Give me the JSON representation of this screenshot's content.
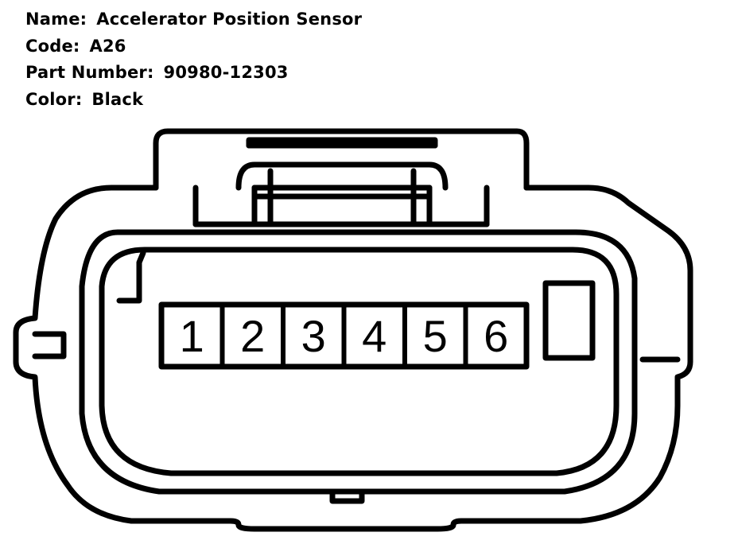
{
  "info": {
    "name_label": "Name:",
    "name_value": "Accelerator Position Sensor",
    "code_label": "Code:",
    "code_value": "A26",
    "part_label": "Part Number:",
    "part_value": "90980-12303",
    "color_label": "Color:",
    "color_value": "Black"
  },
  "connector": {
    "pins": [
      "1",
      "2",
      "3",
      "4",
      "5",
      "6"
    ]
  }
}
